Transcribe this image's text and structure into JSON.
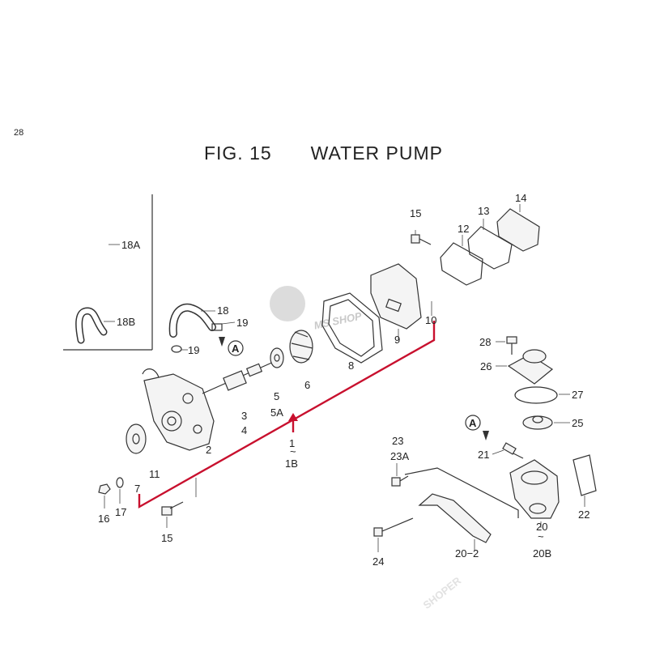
{
  "page": {
    "number": "28"
  },
  "figure": {
    "number": "FIG. 15",
    "title": "WATER PUMP"
  },
  "watermark": {
    "logo": "MS SHOP",
    "text": "SHOPER"
  },
  "callouts": {
    "c1": "1",
    "c1b": "1B",
    "c2": "2",
    "c3": "3",
    "c4": "4",
    "c5": "5",
    "c5a": "5A",
    "c6": "6",
    "c7": "7",
    "c8": "8",
    "c9": "9",
    "c10": "10",
    "c11": "11",
    "c12": "12",
    "c13": "13",
    "c14": "14",
    "c15a": "15",
    "c15b": "15",
    "c16": "16",
    "c17": "17",
    "c18": "18",
    "c18a": "18A",
    "c18b": "18B",
    "c19a": "19",
    "c19b": "19",
    "c20": "20",
    "c20b": "20B",
    "c20_2": "20−2",
    "c21": "21",
    "c22": "22",
    "c23": "23",
    "c23a": "23A",
    "c24": "24",
    "c25": "25",
    "c26": "26",
    "c27": "27",
    "c28": "28",
    "ref_a1": "A",
    "ref_a2": "A"
  },
  "colors": {
    "highlight": "#c8102e",
    "ink": "#333333"
  }
}
